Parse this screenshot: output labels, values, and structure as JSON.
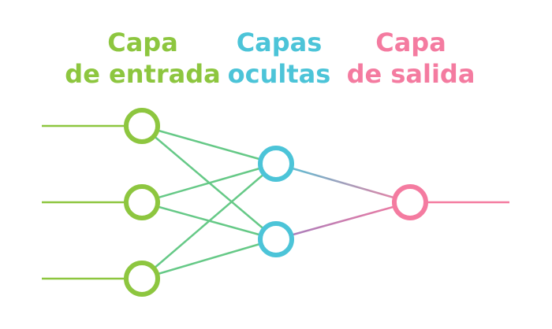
{
  "layers": {
    "input": {
      "line1": "Capa",
      "line2": "de entrada",
      "color": "#8dc63f"
    },
    "hidden": {
      "line1": "Capas",
      "line2": "ocultas",
      "color": "#4cc4d8"
    },
    "output": {
      "line1": "Capa",
      "line2": "de salida",
      "color": "#f47ba0"
    }
  },
  "network": {
    "input_nodes": 3,
    "hidden_nodes": 2,
    "output_nodes": 1,
    "connection_color_input_hidden": "#66c987",
    "node_fill": "#ffffff"
  }
}
